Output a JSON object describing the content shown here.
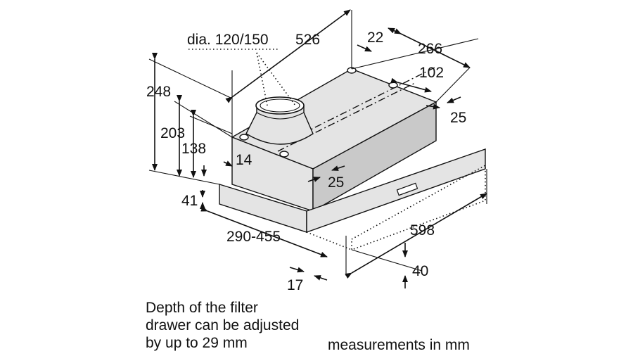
{
  "diagram": {
    "dimensions": {
      "duct_diameter": "dia. 120/150",
      "width_top": "526",
      "offset_22": "22",
      "depth_266": "266",
      "offset_102": "102",
      "offset_25_top": "25",
      "height_248": "248",
      "height_203": "203",
      "height_138": "138",
      "offset_14": "14",
      "offset_25_side": "25",
      "height_41": "41",
      "depth_range": "290-455",
      "width_598": "598",
      "offset_40": "40",
      "offset_17": "17"
    },
    "notes": {
      "depth_adjustment": "Depth of the filter\ndrawer can be adjusted\nby up to 29 mm",
      "units": "measurements in mm"
    }
  }
}
